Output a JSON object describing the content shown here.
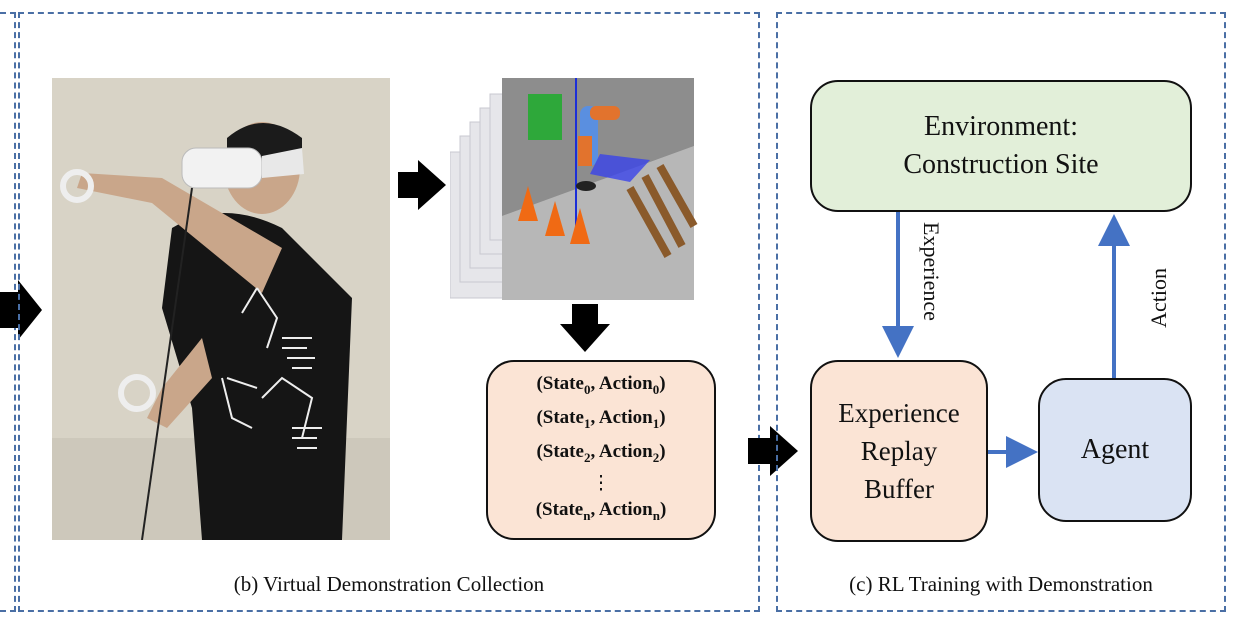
{
  "panel_b": {
    "caption": "(b) Virtual Demonstration Collection",
    "demo_box": {
      "rows": [
        {
          "state": "State",
          "sub": "0",
          "action": "Action",
          "asub": "0"
        },
        {
          "state": "State",
          "sub": "1",
          "action": "Action",
          "asub": "1"
        },
        {
          "state": "State",
          "sub": "2",
          "action": "Action",
          "asub": "2"
        },
        {
          "state": "State",
          "sub": "n",
          "action": "Action",
          "asub": "n"
        }
      ],
      "ellipsis": "⋮"
    }
  },
  "panel_c": {
    "caption": "(c) RL Training with Demonstration",
    "environment": {
      "line1": "Environment:",
      "line2": "Construction Site"
    },
    "buffer": {
      "line1": "Experience",
      "line2": "Replay",
      "line3": "Buffer"
    },
    "agent": "Agent",
    "edge_experience": "Experience",
    "edge_action": "Action"
  },
  "colors": {
    "dash_border": "#4a6fa5",
    "environment_fill": "#e2efd9",
    "buffer_fill": "#fbe4d5",
    "agent_fill": "#dae3f3",
    "arrow_blue": "#4472c4"
  }
}
